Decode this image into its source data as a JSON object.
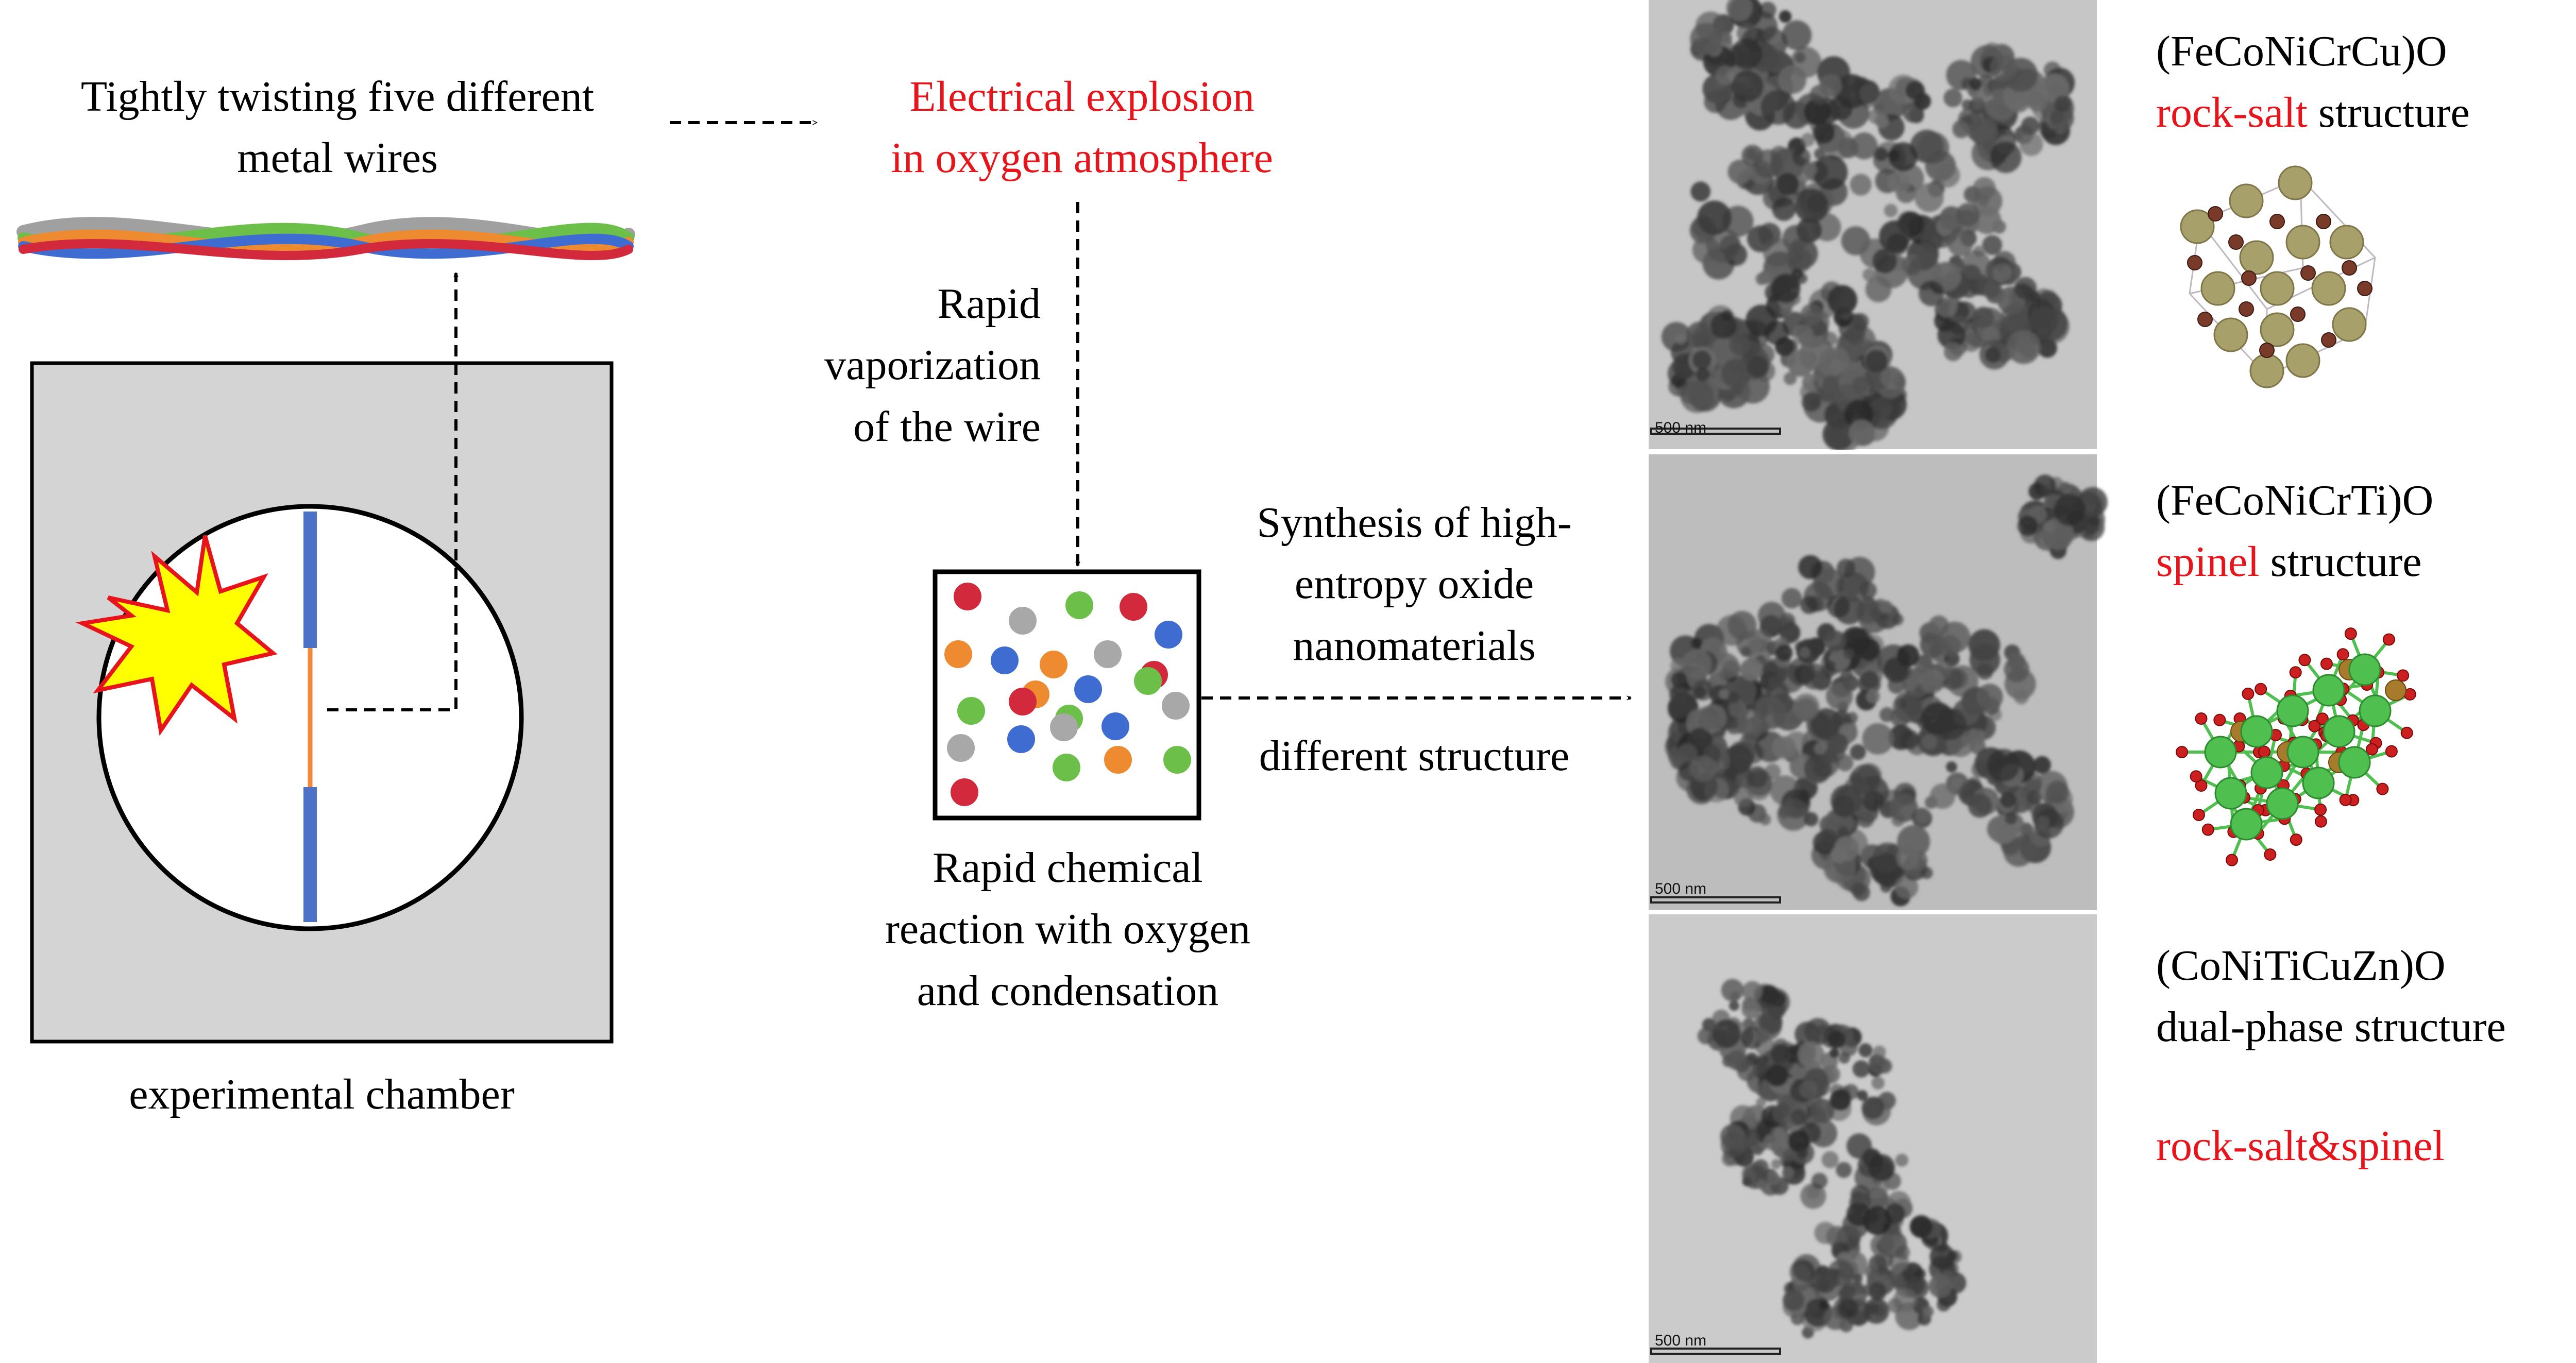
{
  "labels": {
    "wires_line1": "Tightly twisting five different",
    "wires_line2": "metal wires",
    "explosion_line1": "Electrical explosion",
    "explosion_line2": "in oxygen atmosphere",
    "vapor_line1": "Rapid",
    "vapor_line2": "vaporization",
    "vapor_line3": "of the wire",
    "synthesis_line1": "Synthesis of high-",
    "synthesis_line2": "entropy oxide",
    "synthesis_line3": "nanomaterials",
    "structure_label": "different structure",
    "reaction_line1": "Rapid chemical",
    "reaction_line2": "reaction with oxygen",
    "reaction_line3": "and condensation",
    "chamber_label": "experimental chamber"
  },
  "materials": [
    {
      "formula": "(FeCoNiCrCu)O",
      "structure_highlight": "rock-salt",
      "structure_suffix": " structure",
      "scale_bar": "500 nm"
    },
    {
      "formula": "(FeCoNiCrTi)O",
      "structure_highlight": "spinel",
      "structure_suffix": " structure",
      "scale_bar": "500 nm"
    },
    {
      "formula": "(CoNiTiCuZn)O",
      "structure_line": "dual-phase structure",
      "structure_highlight": "rock-salt&spinel",
      "scale_bar": "500 nm"
    }
  ],
  "colors": {
    "highlight_text": "#e8141b",
    "chamber_fill": "#d4d4d4",
    "electrode": "#4a72c6",
    "filament": "#f08a3a",
    "spark_fill": "#ffff00",
    "spark_outline": "#e8141b",
    "particle_red": "#d22a3c",
    "particle_gray": "#a8a8a8",
    "particle_green": "#6cc04a",
    "particle_blue": "#3f6cd0",
    "particle_orange": "#ee8a30",
    "tem_background": "#c8c8c8",
    "tem_particles": "#333333",
    "atom_large": "#a8a06a",
    "atom_small_rocksalt": "#7a3a2a",
    "atom_spinel_center": "#4fbf4f",
    "atom_spinel_oxygen": "#cc2020",
    "atom_spinel_metal": "#a67c2c"
  }
}
